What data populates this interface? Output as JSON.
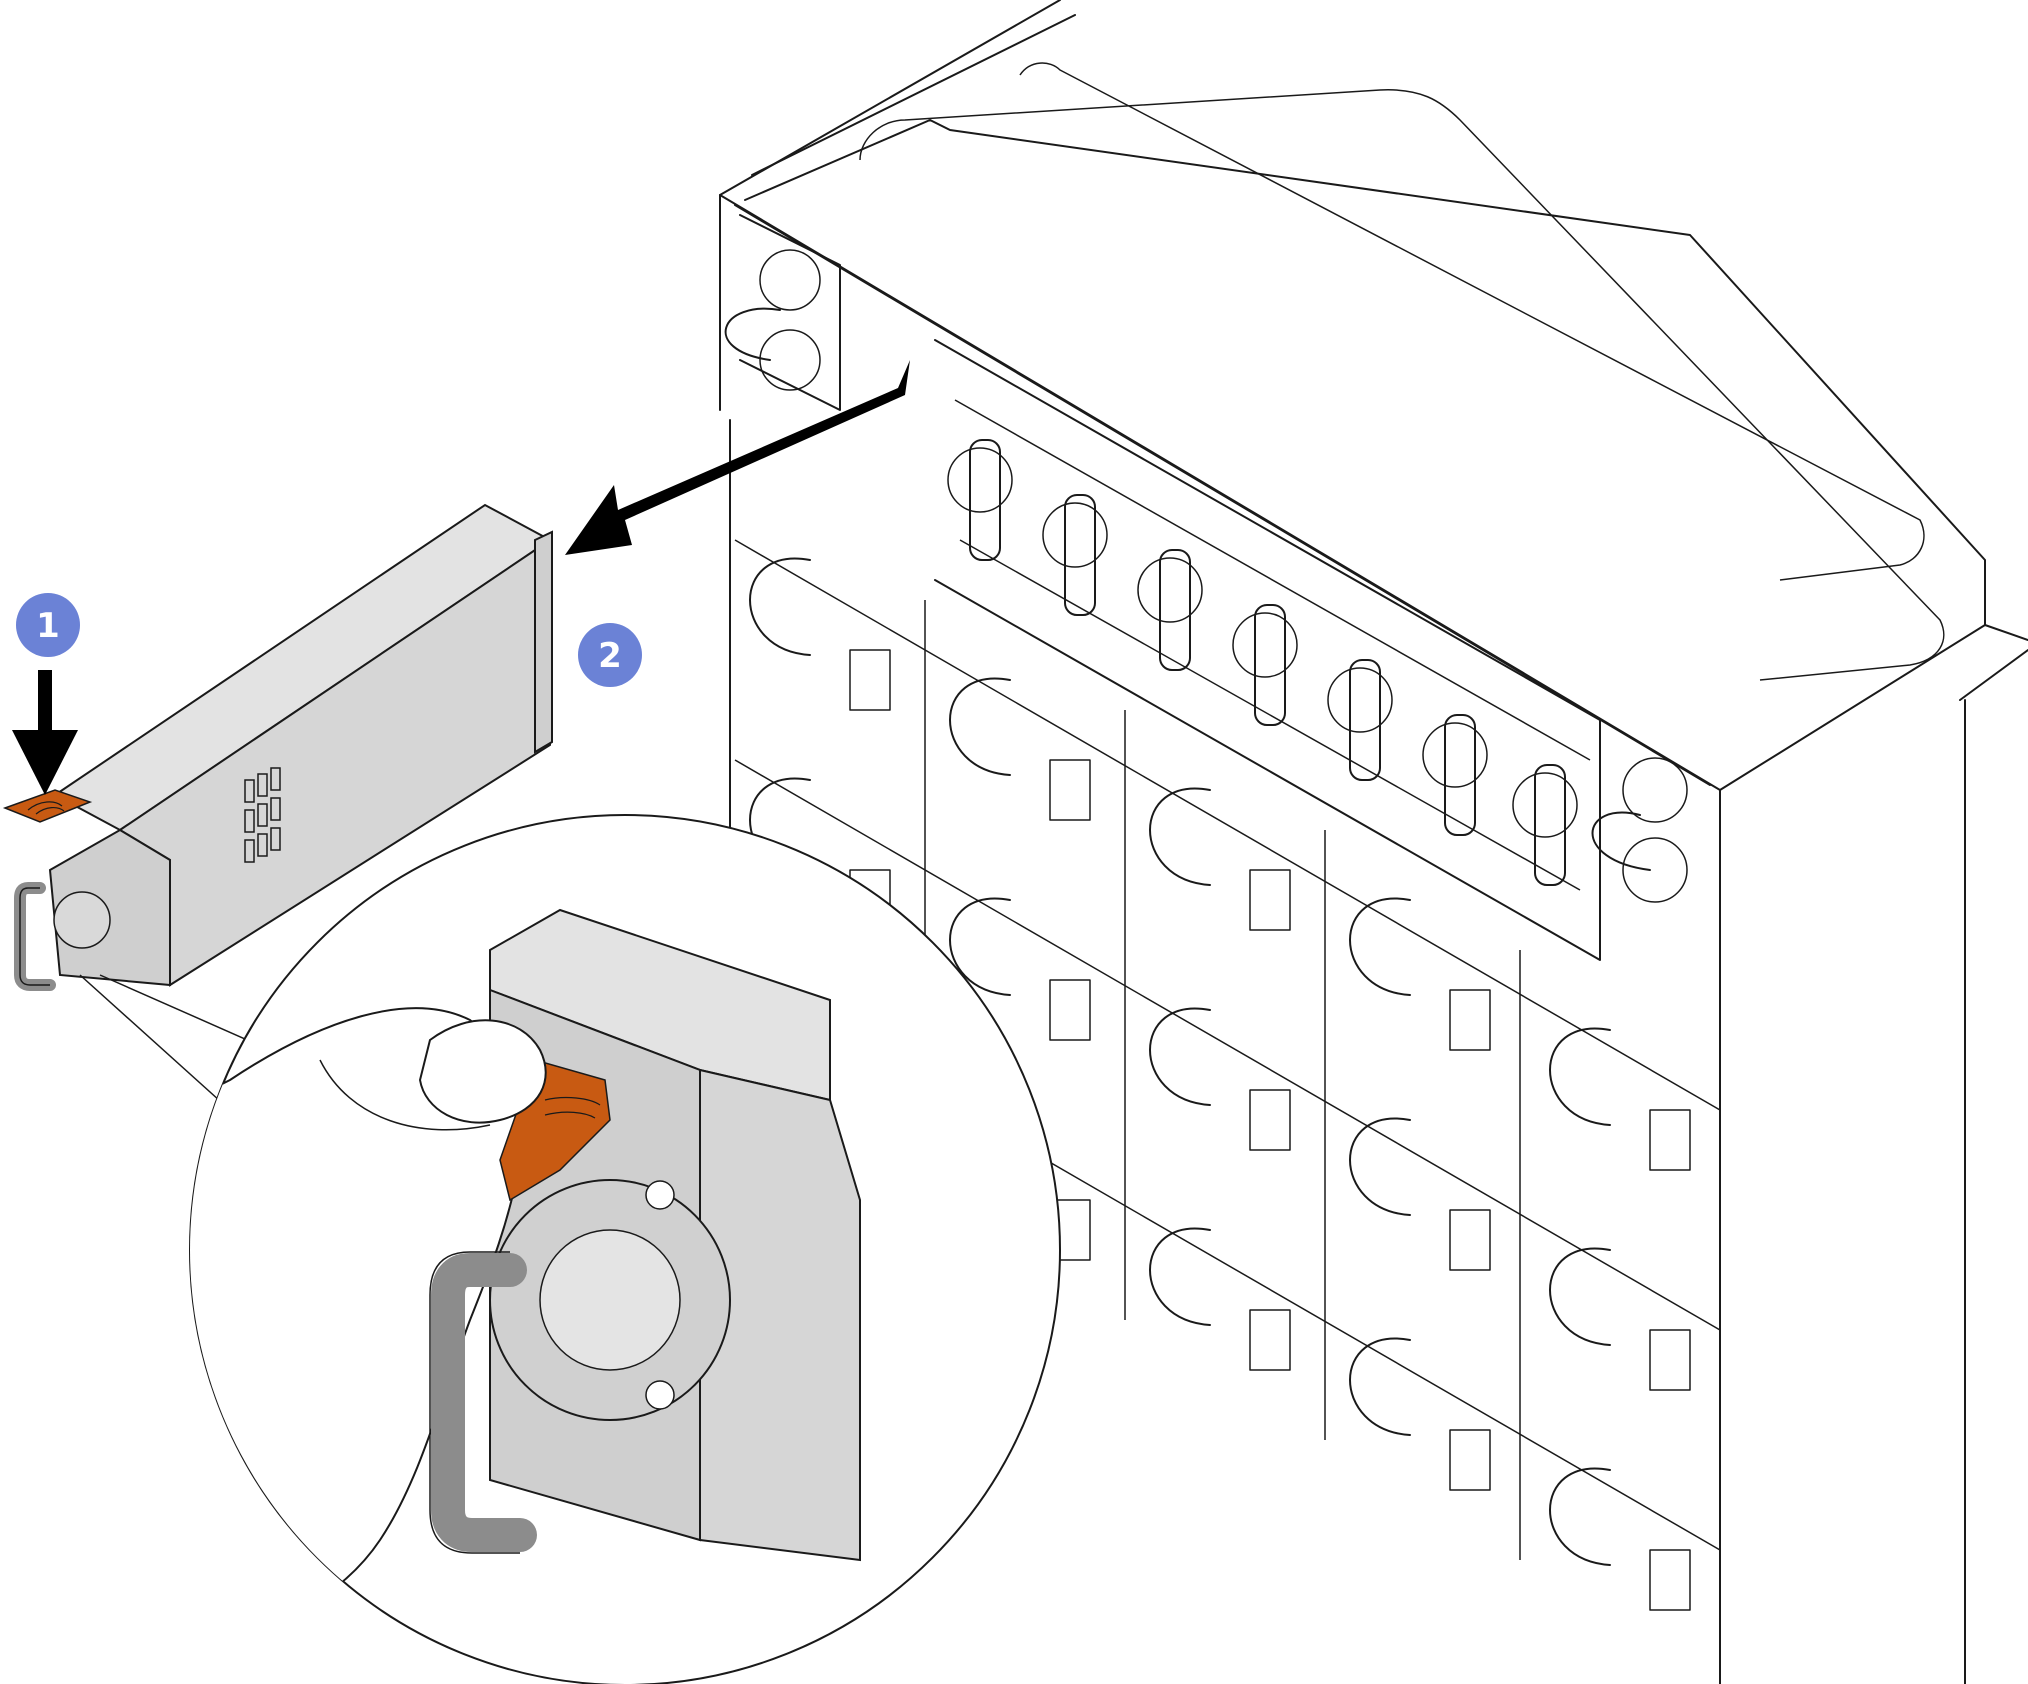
{
  "steps": [
    {
      "label": "1",
      "action": "press-release-latch"
    },
    {
      "label": "2",
      "action": "slide-out-psu"
    }
  ],
  "colors": {
    "step_badge": "#6b82d6",
    "latch": "#c85a12",
    "psu_body": "#d9d9d9",
    "handle": "#8c8c8c",
    "arrow": "#000000",
    "line": "#1a1a1a"
  },
  "icons": [
    "down-arrow-icon",
    "removal-arrow-icon"
  ]
}
